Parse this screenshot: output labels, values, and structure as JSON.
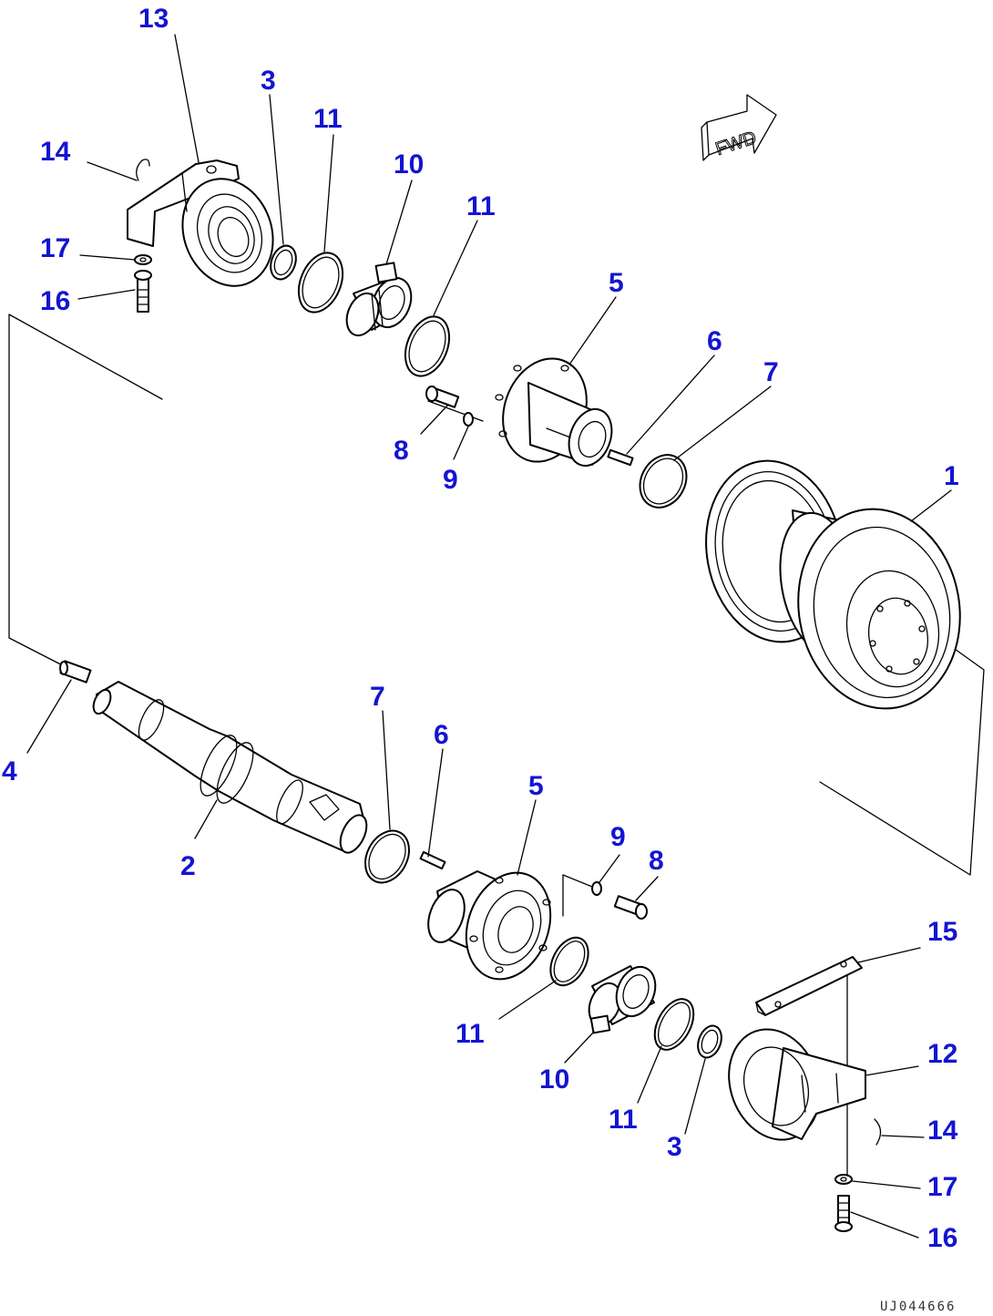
{
  "diagram": {
    "fwd_label": "FWD",
    "reference_code": "UJ044666",
    "callouts": {
      "c1": "1",
      "c2": "2",
      "c3_top": "3",
      "c3_bottom": "3",
      "c4": "4",
      "c5_top": "5",
      "c5_bottom": "5",
      "c6_top": "6",
      "c6_bottom": "6",
      "c7_top": "7",
      "c7_bottom": "7",
      "c8_top": "8",
      "c8_bottom": "8",
      "c9_top": "9",
      "c9_bottom": "9",
      "c10_top": "10",
      "c10_bottom": "10",
      "c11_top_a": "11",
      "c11_top_b": "11",
      "c11_bottom_a": "11",
      "c11_bottom_b": "11",
      "c12": "12",
      "c13": "13",
      "c14_top": "14",
      "c14_bottom": "14",
      "c15": "15",
      "c16_top": "16",
      "c16_bottom": "16",
      "c17_top": "17",
      "c17_bottom": "17"
    },
    "colors": {
      "callout": "#1414d2",
      "linework": "#000000",
      "background": "#ffffff"
    }
  }
}
